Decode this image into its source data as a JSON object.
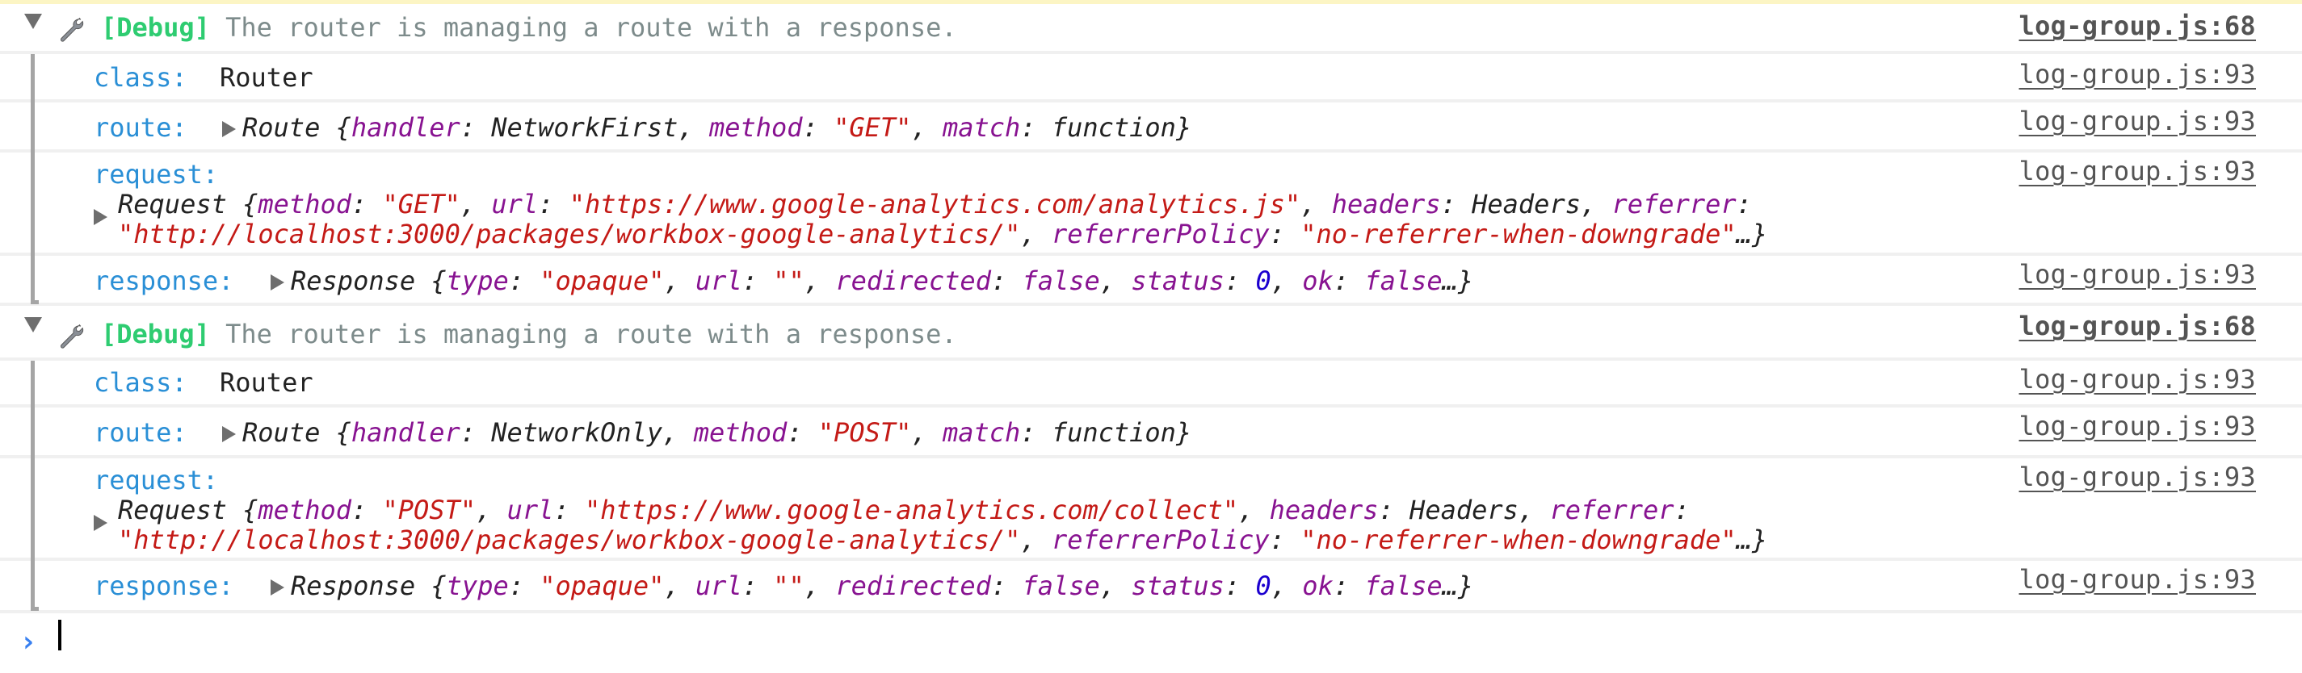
{
  "console": {
    "groups": [
      {
        "level_tag": "[Debug]",
        "message": " The router is managing a route with a response.",
        "source": "log-group.js:68",
        "entries": {
          "class": {
            "key": "class:",
            "value": "Router",
            "source": "log-group.js:93"
          },
          "route": {
            "key": "route:",
            "source": "log-group.js:93",
            "object": "Route {",
            "props": [
              {
                "name": "handler",
                "value": "NetworkFirst",
                "type": "plain"
              },
              {
                "name": "method",
                "value": "\"GET\"",
                "type": "string"
              },
              {
                "name": "match",
                "value": "function",
                "type": "plain"
              }
            ]
          },
          "request": {
            "key": "request:",
            "source": "log-group.js:93",
            "object": "Request {",
            "method": "\"GET\"",
            "url": "\"https://www.google-analytics.com/analytics.js\"",
            "headers": "Headers",
            "referrer": "\"http://localhost:3000/packages/workbox-google-analytics/\"",
            "referrerPolicy": "\"no-referrer-when-downgrade\""
          },
          "response": {
            "key": "response:",
            "source": "log-group.js:93",
            "object": "Response {",
            "type": "\"opaque\"",
            "url": "\"\"",
            "redirected": "false",
            "status": "0",
            "ok": "false"
          }
        }
      },
      {
        "level_tag": "[Debug]",
        "message": " The router is managing a route with a response.",
        "source": "log-group.js:68",
        "entries": {
          "class": {
            "key": "class:",
            "value": "Router",
            "source": "log-group.js:93"
          },
          "route": {
            "key": "route:",
            "source": "log-group.js:93",
            "object": "Route {",
            "props": [
              {
                "name": "handler",
                "value": "NetworkOnly",
                "type": "plain"
              },
              {
                "name": "method",
                "value": "\"POST\"",
                "type": "string"
              },
              {
                "name": "match",
                "value": "function",
                "type": "plain"
              }
            ]
          },
          "request": {
            "key": "request:",
            "source": "log-group.js:93",
            "object": "Request {",
            "method": "\"POST\"",
            "url": "\"https://www.google-analytics.com/collect\"",
            "headers": "Headers",
            "referrer": "\"http://localhost:3000/packages/workbox-google-analytics/\"",
            "referrerPolicy": "\"no-referrer-when-downgrade\""
          },
          "response": {
            "key": "response:",
            "source": "log-group.js:93",
            "object": "Response {",
            "type": "\"opaque\"",
            "url": "\"\"",
            "redirected": "false",
            "status": "0",
            "ok": "false"
          }
        }
      }
    ],
    "labels": {
      "handler": "handler",
      "method": "method",
      "match": "match",
      "url": "url",
      "headers": "headers",
      "referrer": "referrer",
      "referrerPolicy": "referrerPolicy",
      "type": "type",
      "redirected": "redirected",
      "status": "status",
      "ok": "ok",
      "colon": ": ",
      "comma": ", ",
      "close": "}",
      "ellipsis_close": "…}"
    },
    "prompt": {
      "caret": "›",
      "value": ""
    },
    "colors": {
      "debug_tag": "#2ecc71",
      "message": "#7d8b8b",
      "key": "#2a8fd6",
      "property": "#881391",
      "string": "#c41a16",
      "number": "#1c00cf",
      "source_link": "#545454",
      "warning_line": "#fcf5c4"
    }
  }
}
